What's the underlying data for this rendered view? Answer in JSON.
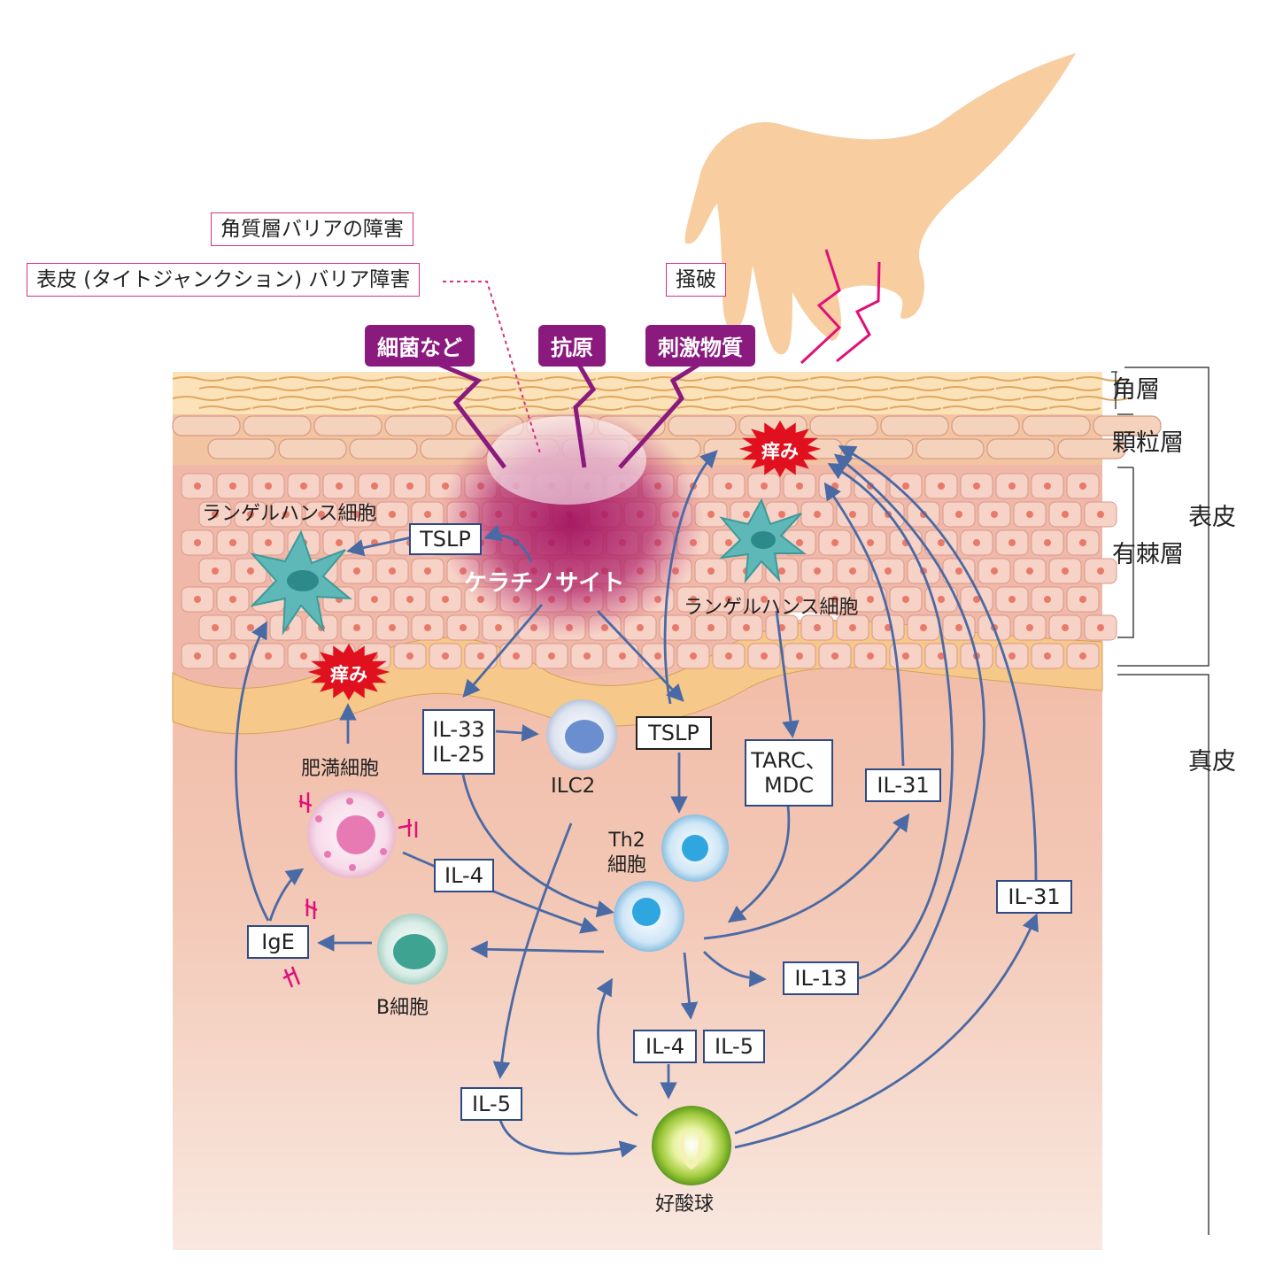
{
  "barriers": {
    "stratum_corneum": "角質層バリアの障害",
    "tight_junction": "表皮 (タイトジャンクション) バリア障害"
  },
  "scratch": "掻破",
  "triggers": [
    "細菌など",
    "抗原",
    "刺激物質"
  ],
  "layers": {
    "horny": "角層",
    "granular": "顆粒層",
    "spinous": "有棘層",
    "epidermis": "表皮",
    "dermis": "真皮"
  },
  "cells": {
    "langerhans_left": "ランゲルハンス細胞",
    "langerhans_right": "ランゲルハンス細胞",
    "keratinocyte": "ケラチノサイト",
    "mast": "肥満細胞",
    "ilc2": "ILC2",
    "th2_line1": "Th2",
    "th2_line2": "細胞",
    "b_cell": "B細胞",
    "eosinophil": "好酸球"
  },
  "itch": "痒み",
  "cytokines": {
    "tslp_top": "TSLP",
    "tslp_mid": "TSLP",
    "il33": "IL-33",
    "il25": "IL-25",
    "tarc": "TARC、",
    "mdc": "MDC",
    "il31_a": "IL-31",
    "il31_b": "IL-31",
    "il4_mast": "IL-4",
    "ige": "IgE",
    "il13": "IL-13",
    "il4": "IL-4",
    "il5": "IL-5",
    "il5_ilc": "IL-5"
  },
  "colors": {
    "tag": "#8b1a7e",
    "arrow": "#4a6aa5",
    "box_border": "#2d4a87",
    "callout_border": "#d6307e",
    "itch_burst": "#e0101e",
    "skin_hand": "#f8cda0",
    "langerhans": "#5fb8b8"
  }
}
